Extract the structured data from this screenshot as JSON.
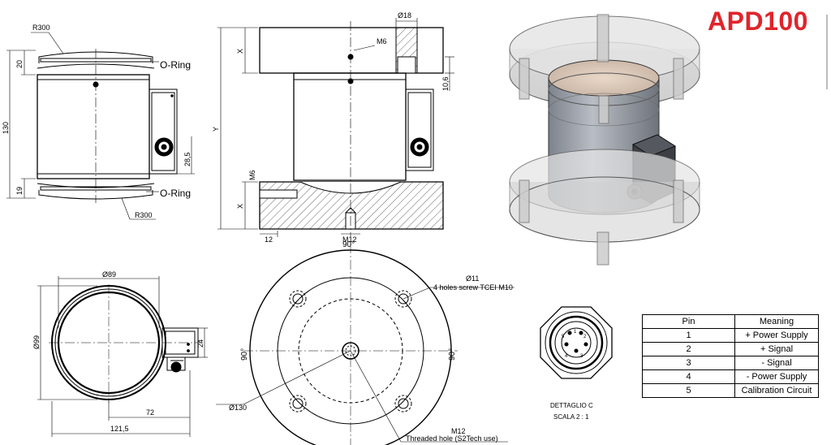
{
  "title": "APD100",
  "front_view": {
    "radius_top": "R300",
    "radius_bottom": "R300",
    "oring_top": "O-Ring",
    "oring_bottom": "O-Ring",
    "dim_total_height": "130",
    "dim_top": "20",
    "dim_bottom": "19",
    "dim_connector": "28,5"
  },
  "section_view": {
    "dim_bore": "Ø18",
    "thread_top": "M6",
    "dim_right": "10,6",
    "dim_x_top": "X",
    "dim_x_bottom": "X",
    "dim_y": "Y",
    "thread_side": "M6",
    "dim_left": "12",
    "thread_bottom": "M12"
  },
  "top_view": {
    "dim_inner_dia": "Ø89",
    "dim_outer_dia": "Ø99",
    "dim_connector": "24",
    "dim_72": "72",
    "dim_121": "121,5"
  },
  "flange_view": {
    "angle_top": "90°",
    "angle_left": "90°",
    "angle_right": "90°",
    "hole_dia": "Ø11",
    "hole_note": "4 holes screw TCEI M10",
    "bolt_circle": "Ø130",
    "center_thread": "M12",
    "center_note": "Threaded hole (S2Tech use)"
  },
  "connector_detail": {
    "label": "DETTAGLIO C",
    "scale": "SCALA 2 : 1",
    "pin_numbers": [
      "1",
      "2",
      "3",
      "4",
      "5"
    ]
  },
  "pin_table": {
    "headers": [
      "Pin",
      "Meaning"
    ],
    "rows": [
      [
        "1",
        "+ Power Supply"
      ],
      [
        "2",
        "+ Signal"
      ],
      [
        "3",
        "- Signal"
      ],
      [
        "4",
        "- Power Supply"
      ],
      [
        "5",
        "Calibration Circuit"
      ]
    ]
  },
  "colors": {
    "title": "#e0242b",
    "line": "#000000",
    "render_body": "#9ea3ab",
    "render_flange": "#d9d9d9"
  }
}
